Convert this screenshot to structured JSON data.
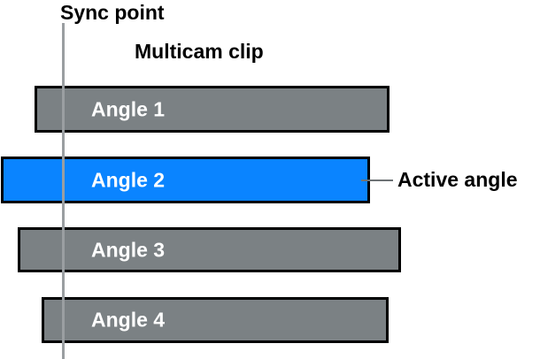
{
  "labels": {
    "sync_point": "Sync point",
    "multicam_clip": "Multicam clip",
    "active_angle": "Active angle"
  },
  "clips": [
    {
      "label": "Angle 1",
      "active": false
    },
    {
      "label": "Angle 2",
      "active": true
    },
    {
      "label": "Angle 3",
      "active": false
    },
    {
      "label": "Angle 4",
      "active": false
    }
  ],
  "colors": {
    "inactive_angle": "#7b8184",
    "active_angle": "#0a84ff",
    "sync_line": "#9a9ea1",
    "border": "#000000"
  }
}
